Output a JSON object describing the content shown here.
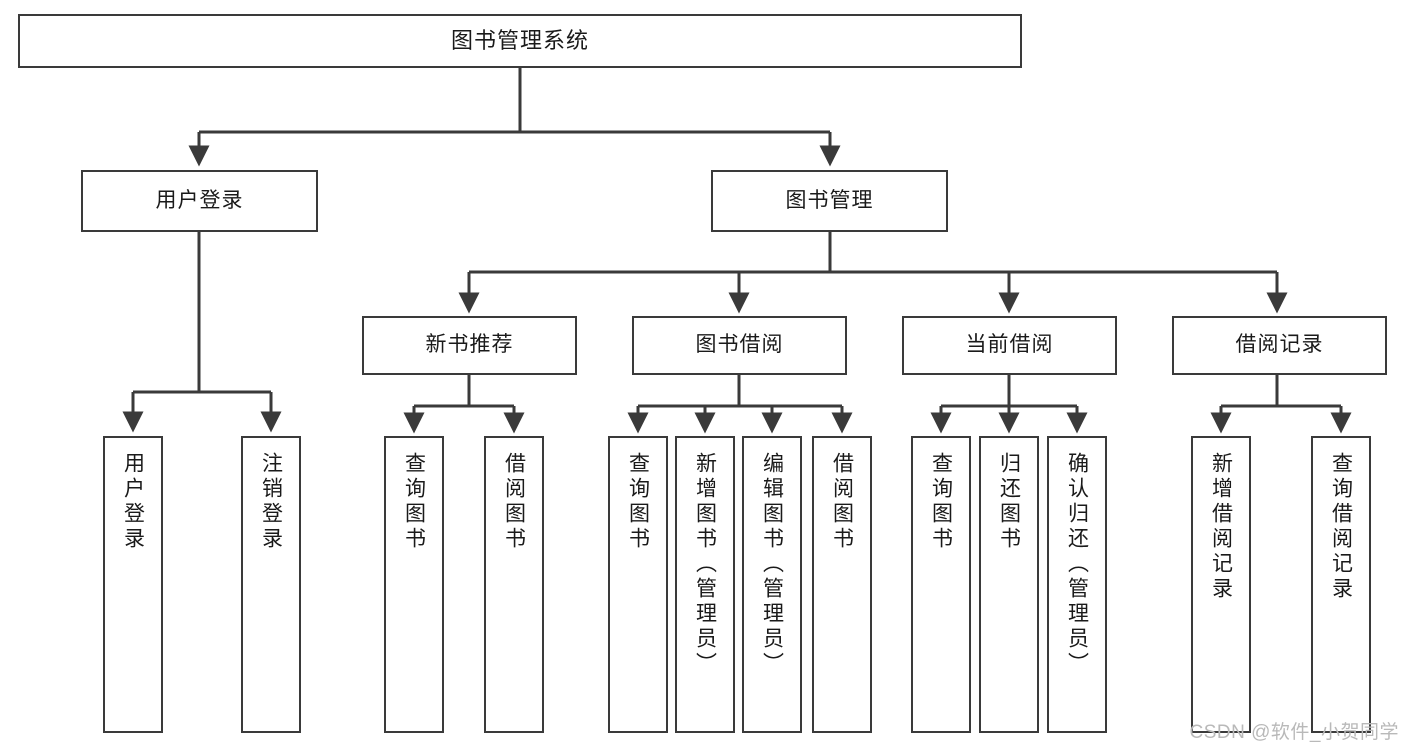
{
  "diagram": {
    "title": "图书管理系统",
    "watermark": "CSDN @软件_小贺同学",
    "colors": {
      "stroke": "#3a3a3a",
      "fill": "#ffffff",
      "text": "#1a1a1a",
      "watermark": "#b9b9b9"
    },
    "nodes": {
      "root": {
        "label": "图书管理系统"
      },
      "level2": [
        {
          "label": "用户登录"
        },
        {
          "label": "图书管理"
        }
      ],
      "level3": [
        {
          "label": "新书推荐"
        },
        {
          "label": "图书借阅"
        },
        {
          "label": "当前借阅"
        },
        {
          "label": "借阅记录"
        }
      ],
      "leaves": {
        "user_login": [
          {
            "label": "用户登录"
          },
          {
            "label": "注销登录"
          }
        ],
        "new_book_recommend": [
          {
            "label": "查询图书"
          },
          {
            "label": "借阅图书"
          }
        ],
        "book_borrow": [
          {
            "label": "查询图书"
          },
          {
            "label": "新增图书（管理员）"
          },
          {
            "label": "编辑图书（管理员）"
          },
          {
            "label": "借阅图书"
          }
        ],
        "current_borrow": [
          {
            "label": "查询图书"
          },
          {
            "label": "归还图书"
          },
          {
            "label": "确认归还（管理员）"
          }
        ],
        "borrow_record": [
          {
            "label": "新增借阅记录"
          },
          {
            "label": "查询借阅记录"
          }
        ]
      }
    }
  },
  "chart_data": {
    "type": "diagram",
    "title": "图书管理系统",
    "tree": {
      "label": "图书管理系统",
      "children": [
        {
          "label": "用户登录",
          "children": [
            {
              "label": "用户登录"
            },
            {
              "label": "注销登录"
            }
          ]
        },
        {
          "label": "图书管理",
          "children": [
            {
              "label": "新书推荐",
              "children": [
                {
                  "label": "查询图书"
                },
                {
                  "label": "借阅图书"
                }
              ]
            },
            {
              "label": "图书借阅",
              "children": [
                {
                  "label": "查询图书"
                },
                {
                  "label": "新增图书（管理员）"
                },
                {
                  "label": "编辑图书（管理员）"
                },
                {
                  "label": "借阅图书"
                }
              ]
            },
            {
              "label": "当前借阅",
              "children": [
                {
                  "label": "查询图书"
                },
                {
                  "label": "归还图书"
                },
                {
                  "label": "确认归还（管理员）"
                }
              ]
            },
            {
              "label": "借阅记录",
              "children": [
                {
                  "label": "新增借阅记录"
                },
                {
                  "label": "查询借阅记录"
                }
              ]
            }
          ]
        }
      ]
    }
  }
}
